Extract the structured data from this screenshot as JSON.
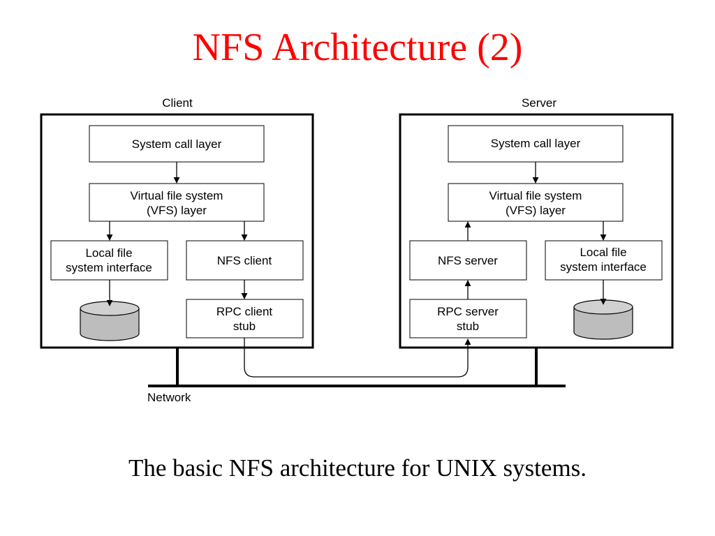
{
  "slide": {
    "title": "NFS Architecture (2)",
    "caption": "The basic NFS architecture for UNIX systems."
  },
  "diagram": {
    "client": {
      "label": "Client",
      "system_call_layer": "System call layer",
      "vfs_line1": "Virtual file system",
      "vfs_line2": "(VFS) layer",
      "local_fs_line1": "Local file",
      "local_fs_line2": "system interface",
      "nfs_client": "NFS client",
      "rpc_stub_line1": "RPC client",
      "rpc_stub_line2": "stub"
    },
    "server": {
      "label": "Server",
      "system_call_layer": "System call layer",
      "vfs_line1": "Virtual file system",
      "vfs_line2": "(VFS) layer",
      "nfs_server": "NFS server",
      "local_fs_line1": "Local file",
      "local_fs_line2": "system interface",
      "rpc_stub_line1": "RPC server",
      "rpc_stub_line2": "stub"
    },
    "network_label": "Network",
    "colors": {
      "title": "#ff0000",
      "disk_fill": "#bdbdbd",
      "line": "#000000"
    }
  }
}
